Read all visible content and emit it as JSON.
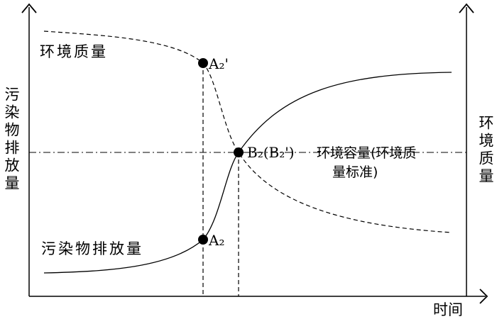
{
  "labels": {
    "env_quality_curve": "环境质量",
    "pollutant_curve": "污染物排放量",
    "left_axis": "污染物排放量",
    "right_axis": "环境质量",
    "x_axis": "时间",
    "capacity_line1": "环境容量(环境质",
    "capacity_line2": "量标准)"
  },
  "points": {
    "a2_prime": "A₂'",
    "a2": "A₂",
    "b2": "B₂(B₂')"
  }
}
